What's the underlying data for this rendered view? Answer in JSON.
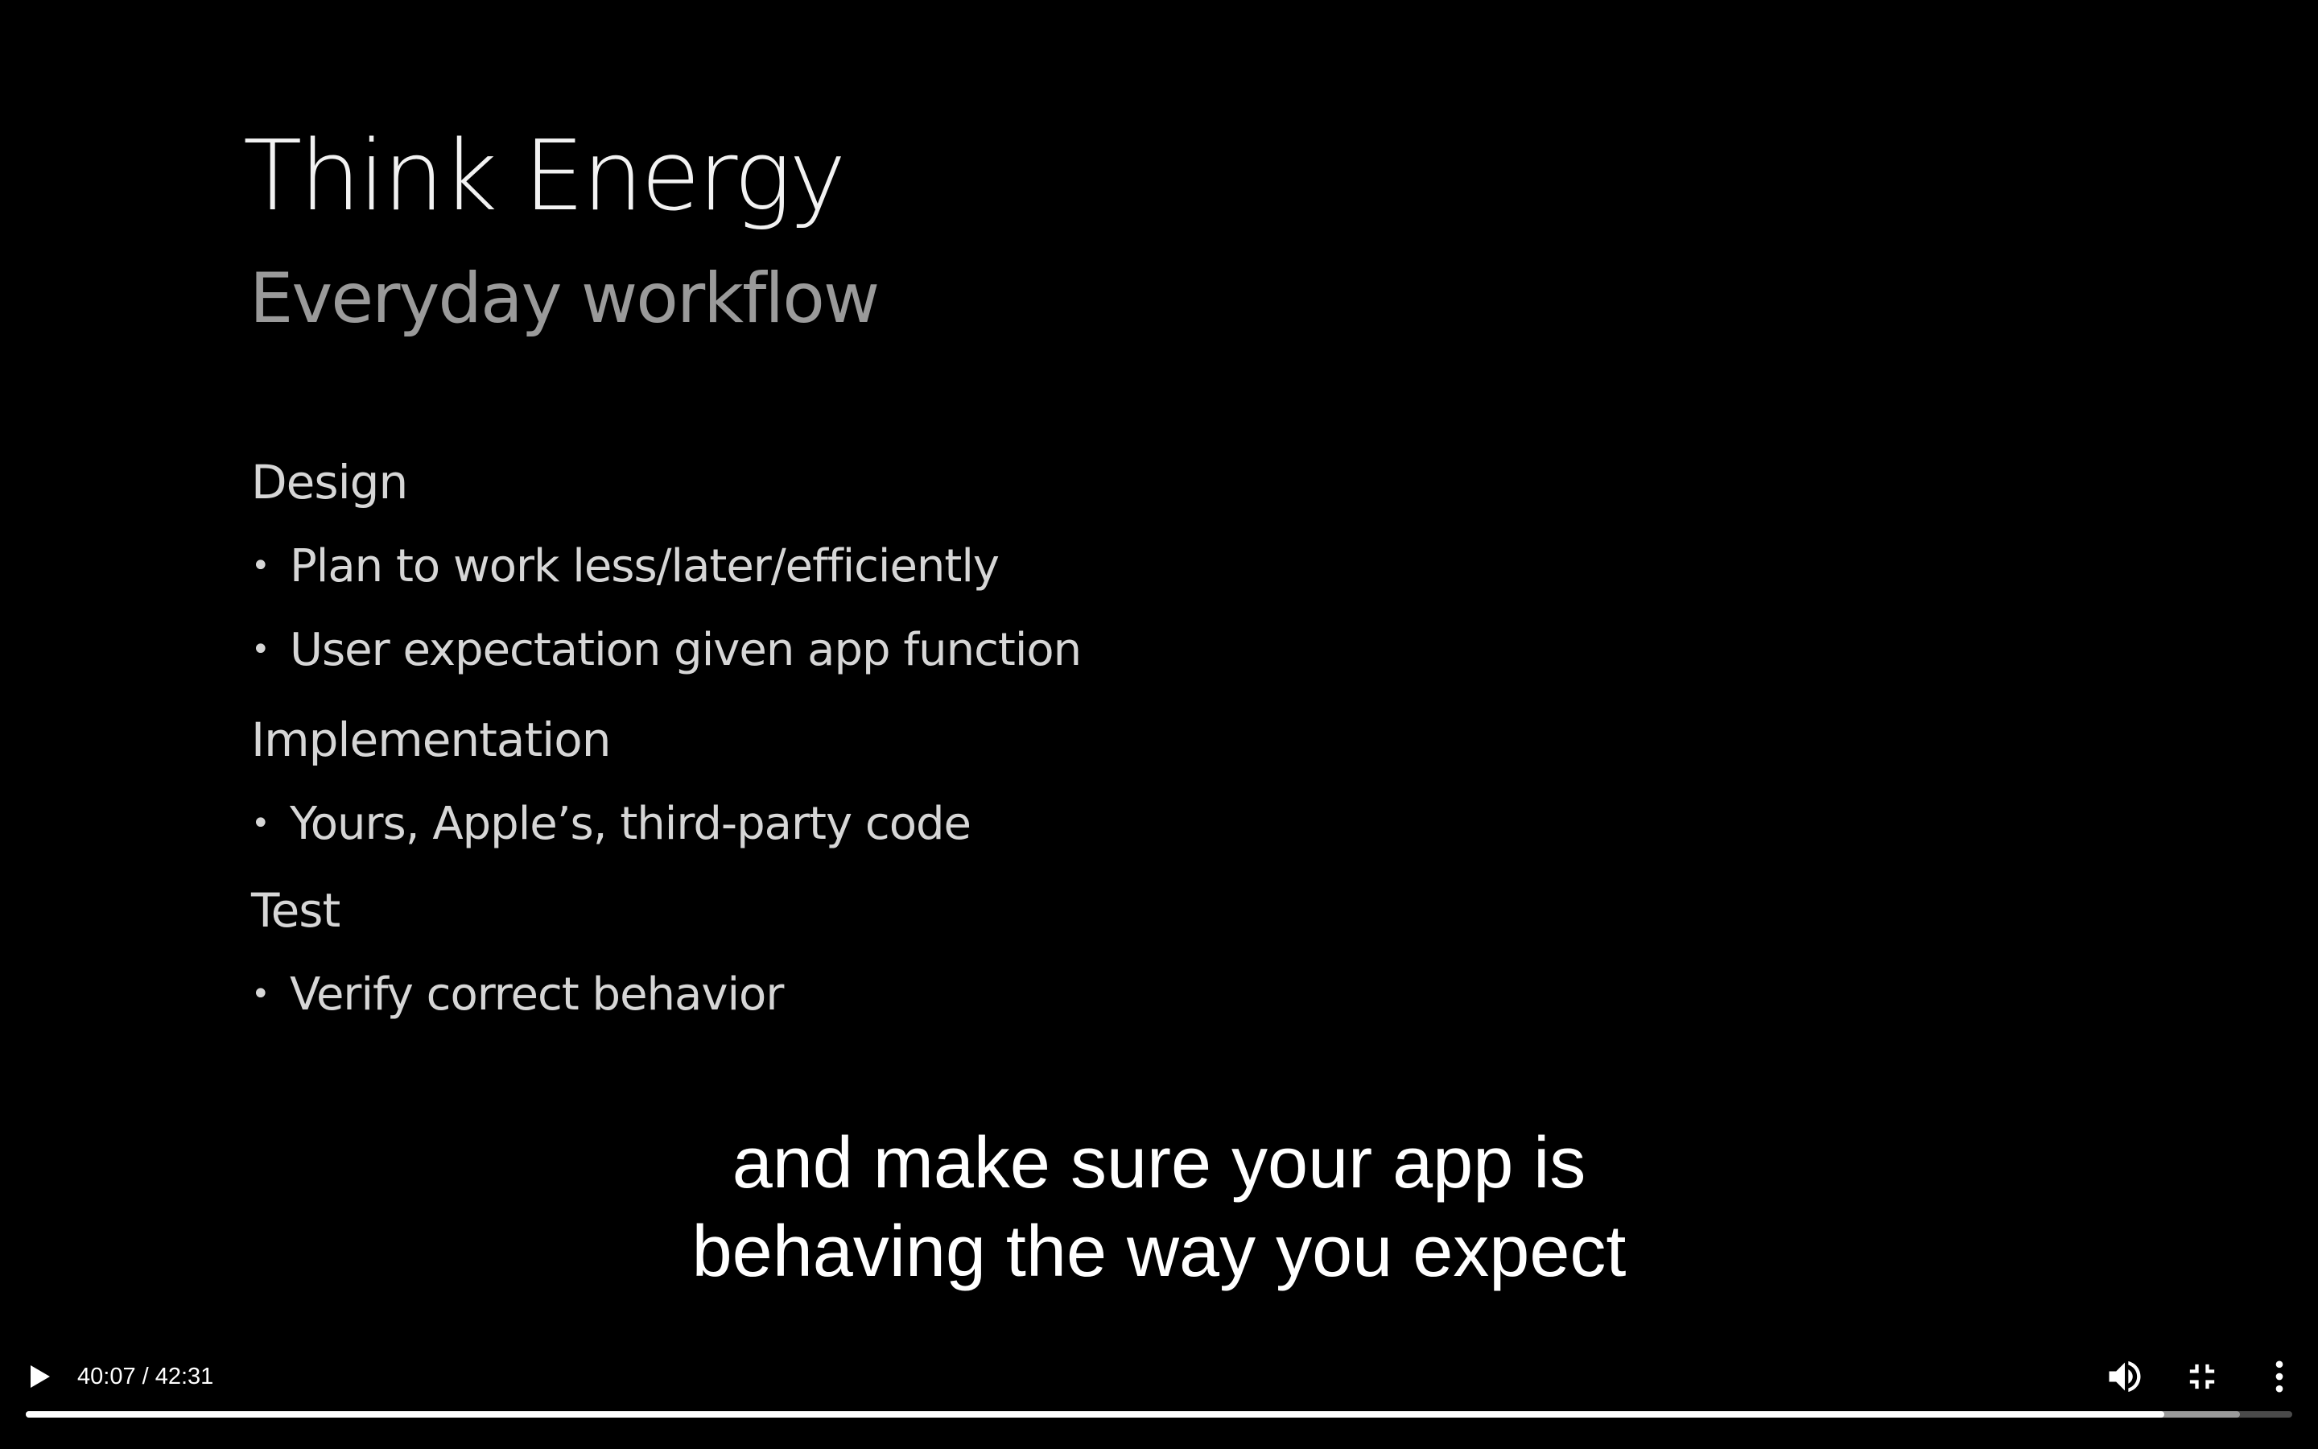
{
  "slide": {
    "title": "Think Energy",
    "subtitle": "Everyday workflow",
    "sections": [
      {
        "heading": "Design",
        "bullets": [
          "Plan to work less/later/efficiently",
          "User expectation given app function"
        ]
      },
      {
        "heading": "Implementation",
        "bullets": [
          "Yours, Apple’s, third-party code"
        ]
      },
      {
        "heading": "Test",
        "bullets": [
          "Verify correct behavior"
        ]
      }
    ],
    "bullet_glyph": "•"
  },
  "captions": {
    "line1": "and make sure your app is",
    "line2": "behaving the way you expect"
  },
  "controls": {
    "play_icon": "play-icon",
    "time": "40:07 / 42:31",
    "progress_fraction": 0.9435,
    "buffered_fraction": 0.9769,
    "volume_icon": "volume-icon",
    "exit_fullscreen_icon": "exit-fullscreen-icon",
    "more_icon": "more-vertical-icon",
    "colors": {
      "played": "#ffffff",
      "buffered": "#9a9a9a",
      "track": "#4a4a4a"
    }
  }
}
